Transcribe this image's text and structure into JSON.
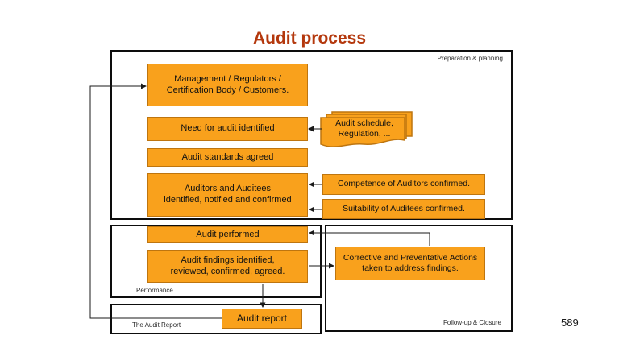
{
  "title": "Audit process",
  "page_number": "589",
  "colors": {
    "title_text": "#B4380D",
    "box_fill": "#F9A11C",
    "box_border": "#BE750F",
    "container_border": "#0D0D0D"
  },
  "containers": {
    "preparation": {
      "label": "Preparation & planning"
    },
    "performance": {
      "label": "Performance"
    },
    "audit_report": {
      "label": "The Audit Report"
    },
    "followup": {
      "label": "Follow-up & Closure"
    }
  },
  "boxes": {
    "management": {
      "label": "Management / Regulators /\nCertification Body / Customers."
    },
    "need": {
      "label": "Need for audit identified"
    },
    "standards": {
      "label": "Audit standards agreed"
    },
    "auditors": {
      "label": "Auditors and Auditees\nidentified, notified and confirmed"
    },
    "competence": {
      "label": "Competence of Auditors confirmed."
    },
    "suitability": {
      "label": "Suitability of Auditees confirmed."
    },
    "performed": {
      "label": "Audit performed"
    },
    "findings": {
      "label": "Audit findings identified,\nreviewed, confirmed, agreed."
    },
    "corrective": {
      "label": "Corrective and Preventative Actions\ntaken to address findings."
    },
    "report": {
      "label": "Audit report"
    },
    "schedule_docs": {
      "label": "Audit schedule,\nRegulation, ..."
    }
  }
}
